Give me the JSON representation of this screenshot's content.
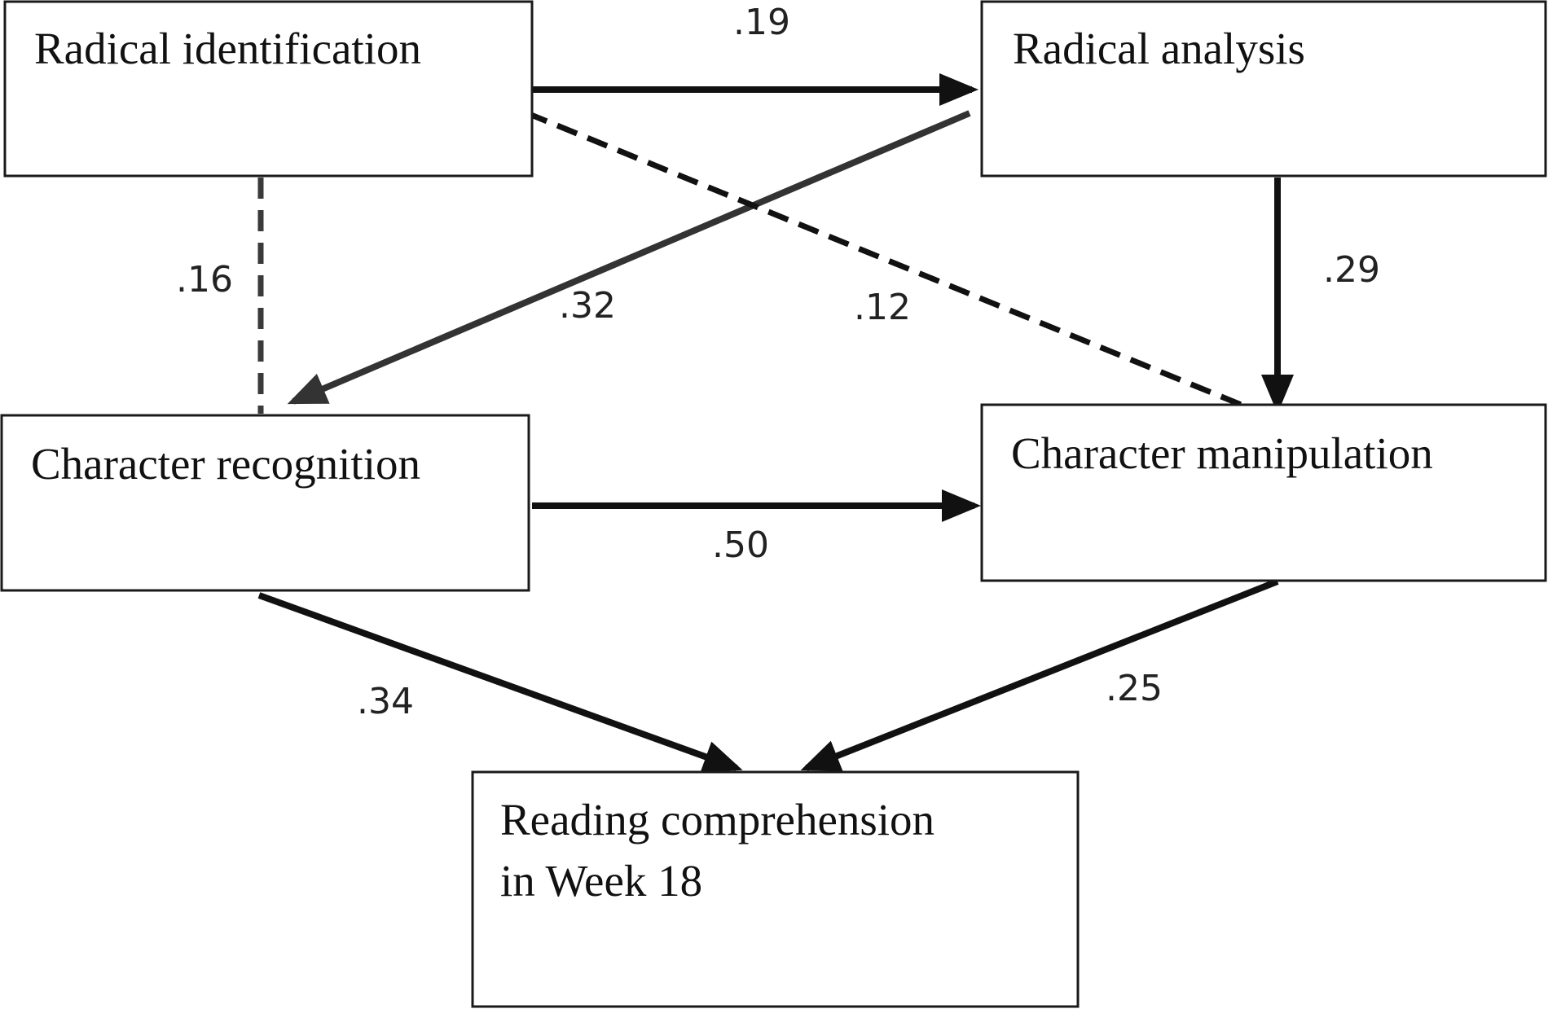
{
  "diagram": {
    "nodes": {
      "radical_identification": {
        "lines": [
          "Radical identification"
        ]
      },
      "radical_analysis": {
        "lines": [
          "Radical analysis"
        ]
      },
      "character_recognition": {
        "lines": [
          "Character recognition"
        ]
      },
      "character_manipulation": {
        "lines": [
          "Character manipulation"
        ]
      },
      "reading_comprehension": {
        "lines": [
          "Reading comprehension",
          "in Week 18"
        ]
      }
    },
    "paths": [
      {
        "from": "Radical identification",
        "to": "Radical analysis",
        "coefficient": ".19",
        "style": "solid"
      },
      {
        "from": "Radical identification",
        "to": "Character recognition",
        "coefficient": ".16",
        "style": "dashed"
      },
      {
        "from": "Radical analysis",
        "to": "Character recognition",
        "coefficient": ".32",
        "style": "solid"
      },
      {
        "from": "Radical identification",
        "to": "Character manipulation",
        "coefficient": ".12",
        "style": "dashed"
      },
      {
        "from": "Radical analysis",
        "to": "Character manipulation",
        "coefficient": ".29",
        "style": "solid"
      },
      {
        "from": "Character recognition",
        "to": "Character manipulation",
        "coefficient": ".50",
        "style": "solid"
      },
      {
        "from": "Character recognition",
        "to": "Reading comprehension in Week 18",
        "coefficient": ".34",
        "style": "solid"
      },
      {
        "from": "Character manipulation",
        "to": "Reading comprehension in Week 18",
        "coefficient": ".25",
        "style": "solid"
      }
    ]
  }
}
